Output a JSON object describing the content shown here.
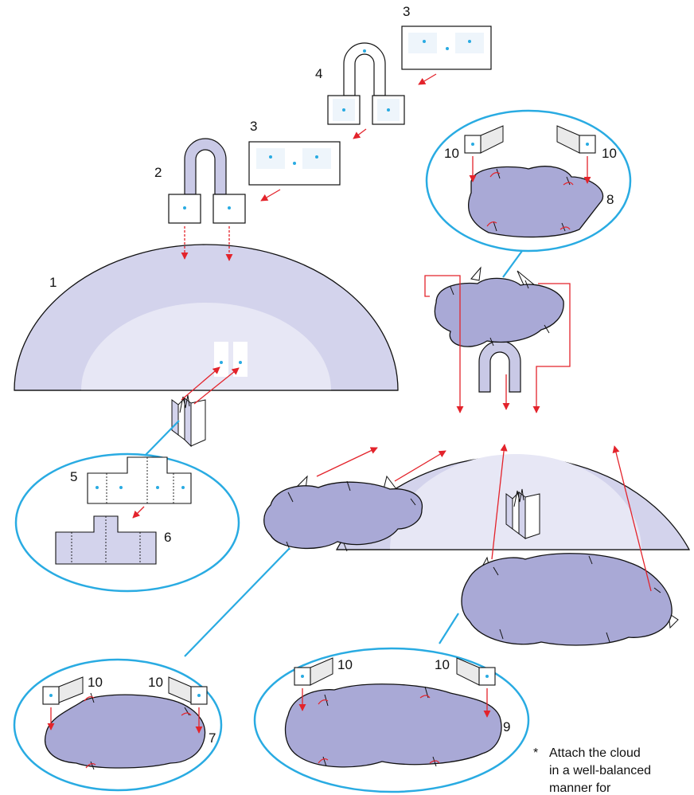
{
  "labels": {
    "l1": "1",
    "l2": "2",
    "l3a": "3",
    "l3b": "3",
    "l4": "4",
    "l5": "5",
    "l6": "6",
    "l7": "7",
    "l8": "8",
    "l9": "9",
    "l10a": "10",
    "l10b": "10",
    "l10c": "10",
    "l10d": "10",
    "l10e": "10",
    "l10f": "10"
  },
  "note": {
    "star": "*",
    "line1": "Attach the cloud",
    "line2": "in a well-balanced",
    "line3": "manner for"
  },
  "colors": {
    "dome_outer": "#d3d3ec",
    "dome_inner": "#e7e7f5",
    "cloud": "#a9a9d6",
    "callout": "#29abe2",
    "arrow": "#e3232b",
    "dot": "#29abe2",
    "panel_tint": "#eef5fb",
    "stand": "#c9c9e6"
  }
}
